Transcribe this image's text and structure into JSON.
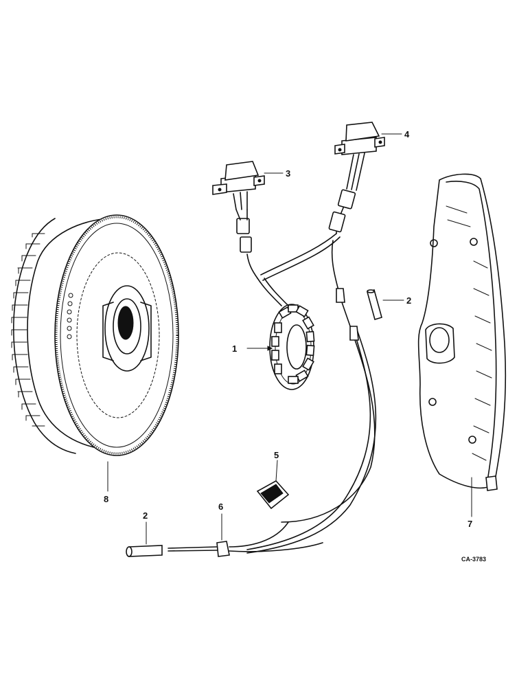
{
  "callouts": {
    "c1": "1",
    "c2a": "2",
    "c2b": "2",
    "c3": "3",
    "c4": "4",
    "c5": "5",
    "c6": "6",
    "c7": "7",
    "c8": "8"
  },
  "figure_id": "CA-3783"
}
